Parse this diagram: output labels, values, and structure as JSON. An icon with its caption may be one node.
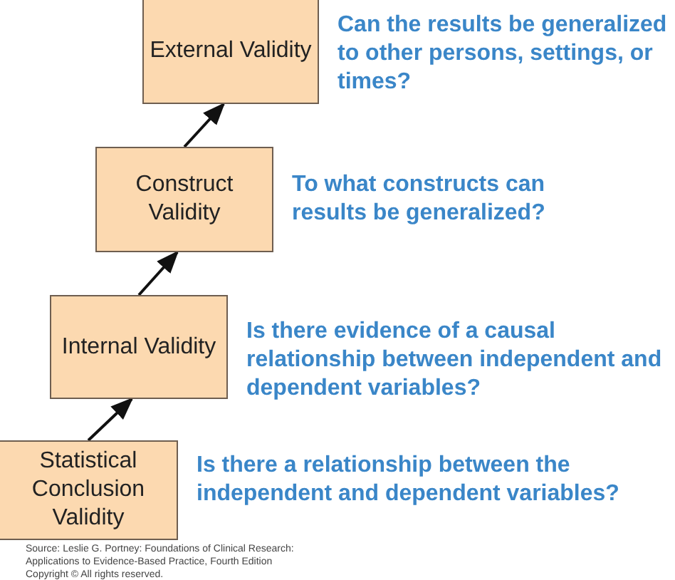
{
  "diagram": {
    "nodes": [
      {
        "text": [
          "External Validity"
        ],
        "beside": [
          "Can the results be generalized to other persons, settings, or times?"
        ]
      },
      {
        "text": [
          "Construct Validity"
        ],
        "beside": [
          "To what constructs can results be generalized?"
        ]
      },
      {
        "text": [
          "Internal Validity"
        ],
        "beside": [
          "Is there evidence of a causal relationship between independent and dependent variables?"
        ]
      },
      {
        "text": [
          "Statistical Conclusion Validity"
        ],
        "beside": [
          "Is there a relationship between the independent and dependent variables?"
        ]
      }
    ],
    "edges": [
      {
        "from": 3,
        "to": 2,
        "arrow": "to"
      },
      {
        "from": 2,
        "to": 1,
        "arrow": "to"
      },
      {
        "from": 1,
        "to": 0,
        "arrow": "to"
      }
    ],
    "labels": [
      "Source: Leslie G. Portney: Foundations of Clinical Research: Applications to Evidence-Based Practice, Fourth Edition Copyright © All rights reserved."
    ]
  }
}
